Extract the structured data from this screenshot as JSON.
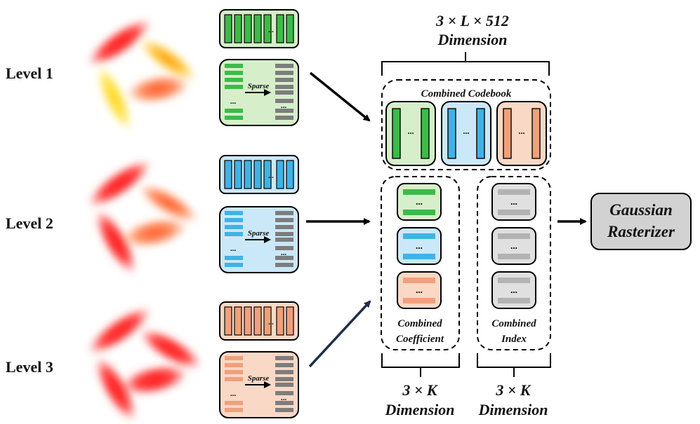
{
  "levels": [
    {
      "label": "Level 1",
      "theme": "green"
    },
    {
      "label": "Level 2",
      "theme": "blue"
    },
    {
      "label": "Level 3",
      "theme": "orange"
    }
  ],
  "sparse_label": "Sparse",
  "ellipsis": "...",
  "codebook": {
    "dimension_math": "3 × L × 512",
    "dimension_word": "Dimension",
    "title": "Combined Codebook"
  },
  "coefficient": {
    "line1": "Combined",
    "line2": "Coefficient",
    "dimension_math": "3 × K",
    "dimension_word": "Dimension"
  },
  "index": {
    "line1": "Combined",
    "line2": "Index",
    "dimension_math": "3 × K",
    "dimension_word": "Dimension"
  },
  "rasterizer": {
    "line1": "Gaussian",
    "line2": "Rasterizer"
  },
  "colors": {
    "green": {
      "fill": "#d6efca",
      "bar": "#3cbb49",
      "light": "#d6efca"
    },
    "blue": {
      "fill": "#cbe8f8",
      "bar": "#3fb3e6",
      "light": "#cbe8f8"
    },
    "orange": {
      "fill": "#f9d8c6",
      "bar": "#f0a07b",
      "light": "#f9d8c6"
    },
    "gray": {
      "fill": "#e0e0e0",
      "bar": "#b3b3b3",
      "dark_bar": "#7d7d7d"
    },
    "rasterizer_fill": "#d2d2d2",
    "arrow_dark": "#1f2f48"
  }
}
